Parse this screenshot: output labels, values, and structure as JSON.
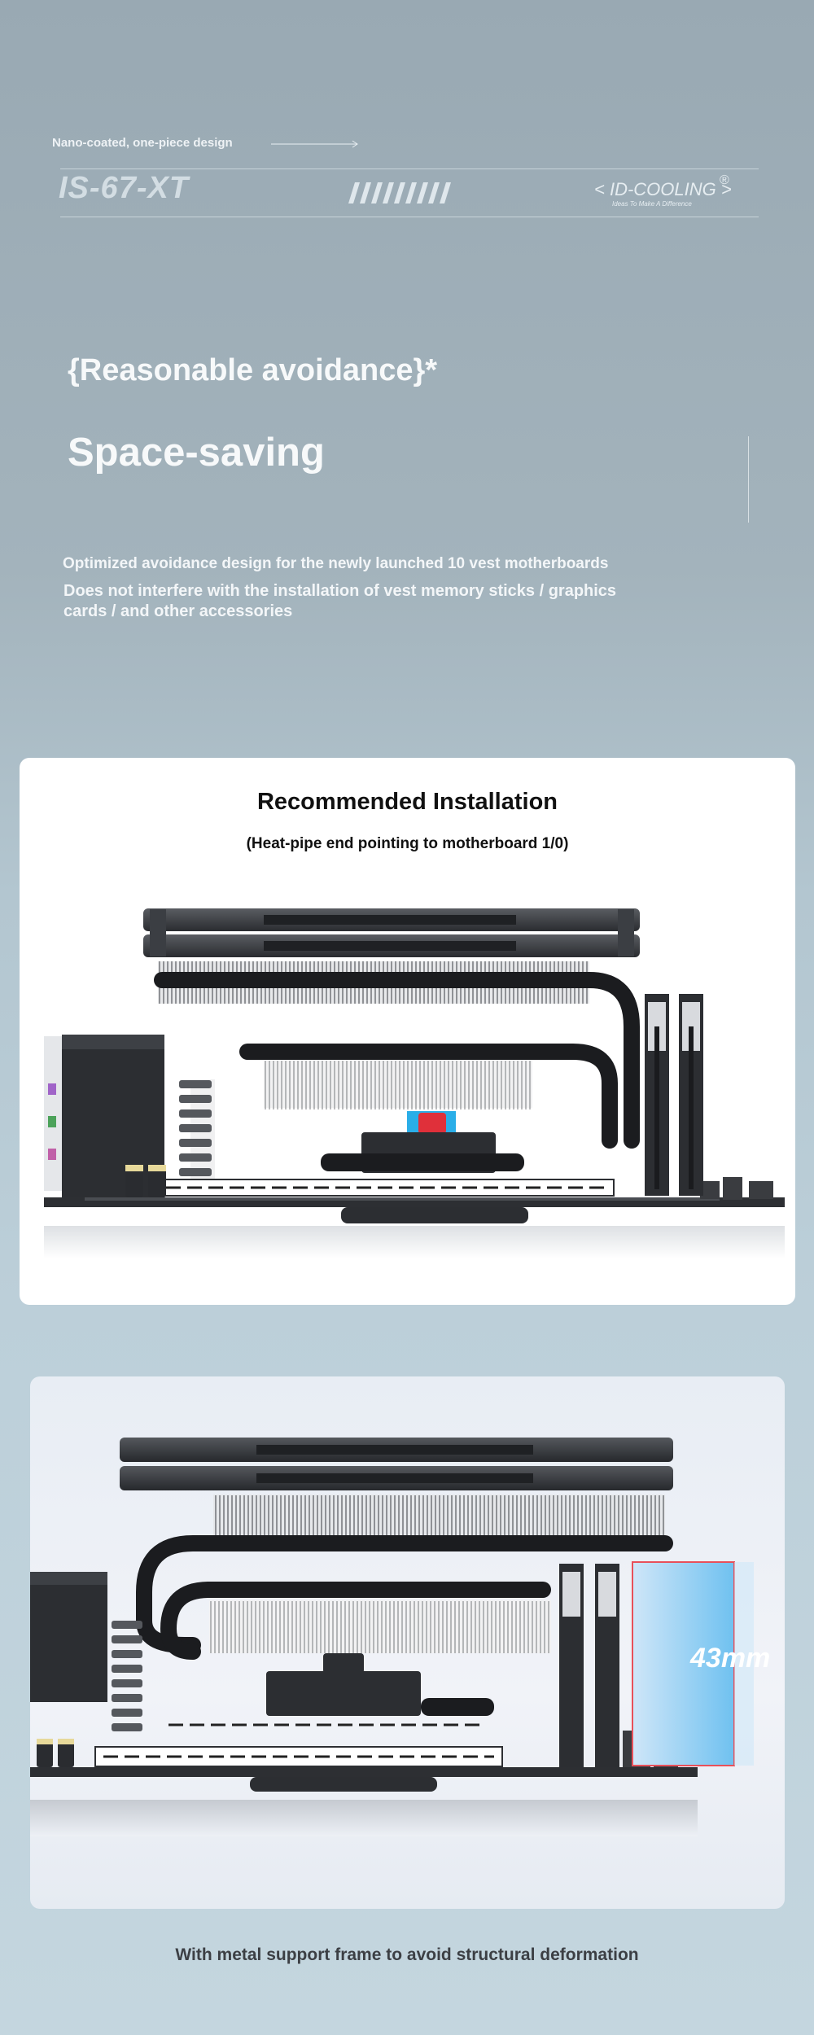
{
  "header": {
    "tagline": "Nano-coated, one-piece design",
    "model": "IS-67-XT",
    "brand": "< ID-COOLING >",
    "brand_slogan": "Ideas To Make A Difference",
    "registered_mark": "®"
  },
  "hero": {
    "heading": "{Reasonable avoidance}*",
    "subheading": "Space-saving",
    "description_line1": "Optimized avoidance design for the newly launched 10 vest motherboards",
    "description_line2": "Does not interfere with the installation of vest memory sticks / graphics cards / and other accessories"
  },
  "install_card": {
    "title": "Recommended Installation",
    "subtitle": "(Heat-pipe end pointing to motherboard 1/0)"
  },
  "clearance_card": {
    "dimension_label": "43mm"
  },
  "footer": {
    "caption": "With metal support frame to avoid structural deformation"
  },
  "colors": {
    "accent_red": "#e0303a",
    "accent_blue": "#2aaee8",
    "dimension_box": "#6fc1f0",
    "dimension_outline": "#e8505a"
  }
}
